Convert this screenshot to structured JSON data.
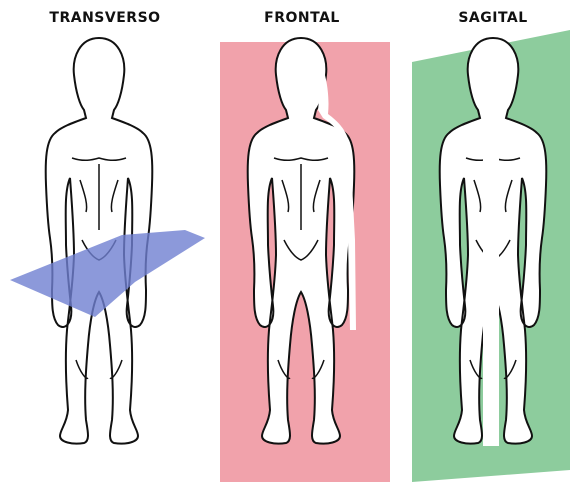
{
  "labels": {
    "transverse": "TRANSVERSO",
    "frontal": "FRONTAL",
    "sagittal": "SAGITAL"
  },
  "colors": {
    "transverse": "#6f7fd1",
    "frontal": "#f1a2ab",
    "sagittal": "#8dcc9d",
    "outline": "#111111"
  }
}
